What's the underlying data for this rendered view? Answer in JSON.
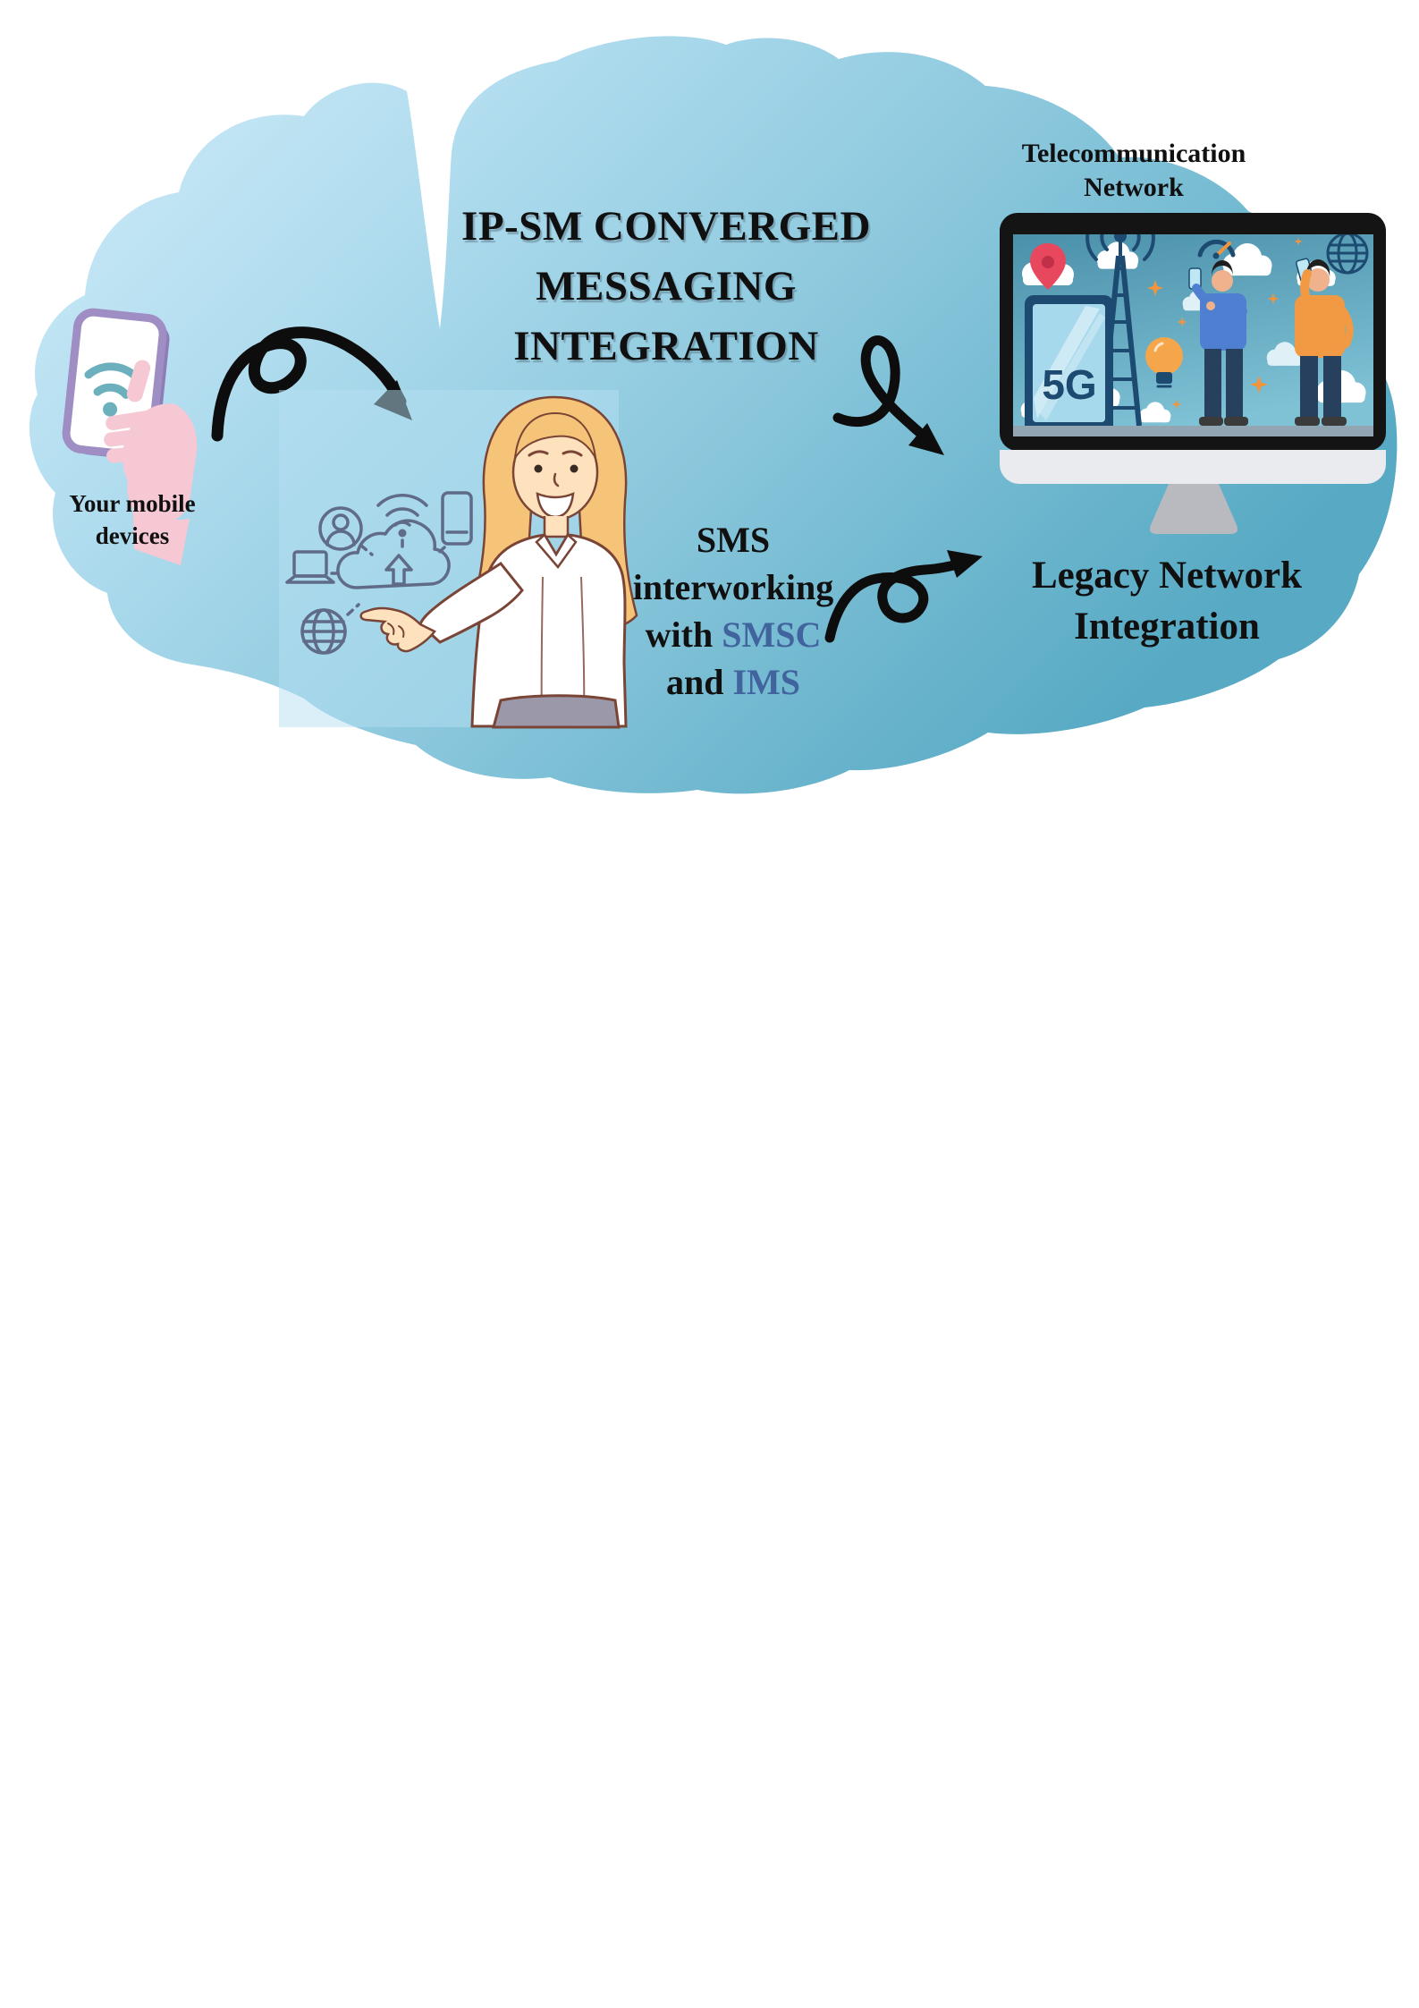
{
  "title": {
    "line1": "IP-SM CONVERGED",
    "line2": "MESSAGING",
    "line3": "INTEGRATION"
  },
  "mobile_label": {
    "line1": "Your mobile",
    "line2": "devices"
  },
  "telecom_label": {
    "line1": "Telecommunication",
    "line2": "Network"
  },
  "legacy_label": {
    "line1": "Legacy Network",
    "line2": "Integration"
  },
  "sms_text": {
    "line1": "SMS",
    "line2": "interworking",
    "line3_prefix": "with ",
    "line3_highlight": "SMSC",
    "line4_prefix": "and ",
    "line4_highlight": "IMS"
  },
  "monitor": {
    "screen_label": "5G"
  },
  "icons": [
    "smartphone-in-hand-icon",
    "wifi-icon",
    "curled-arrow-icon",
    "user-circle-icon",
    "smartphone-outline-icon",
    "cloud-upload-icon",
    "laptop-icon",
    "globe-icon",
    "location-pin-icon",
    "radio-tower-icon",
    "speedometer-icon",
    "lightbulb-icon",
    "globe-wireframe-icon",
    "sparkle-icon",
    "monitor-icon"
  ],
  "colors": {
    "cloud_gradient_start": "#d3edf8",
    "cloud_gradient_mid": "#8cc8dd",
    "cloud_gradient_end": "#57a9c4",
    "accent_text_blue": "#41639e",
    "arrow_black": "#0d0d0d",
    "icon_line": "#5f6b87",
    "phone_border_purple": "#9f8ec4",
    "wifi_teal": "#6cb0bd",
    "hand_pink": "#f5c8d3",
    "hair_blonde": "#f6c478",
    "skin": "#fde2bd",
    "skirt_gray": "#9b99a9",
    "monitor_frame": "#141414",
    "screen_teal": "#4e95ae",
    "navy": "#1d4a70",
    "person_blue": "#4e7fd0",
    "person_orange": "#f29a43",
    "pin_red": "#e8485e",
    "bulb_orange": "#f5a64b"
  }
}
